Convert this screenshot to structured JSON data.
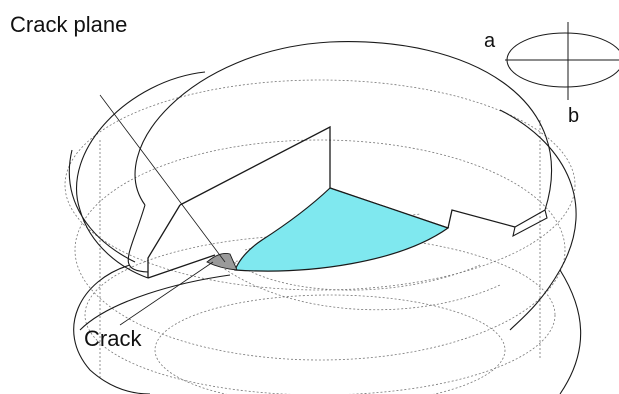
{
  "labels": {
    "crack_plane": "Crack plane",
    "crack": "Crack",
    "axis_a": "a",
    "axis_b": "b"
  },
  "colors": {
    "crack_plane_fill": "#7fe8ef",
    "crack_tip_fill": "#9a9a9a",
    "line": "#1a1a1a",
    "dotted_line": "#777777"
  }
}
